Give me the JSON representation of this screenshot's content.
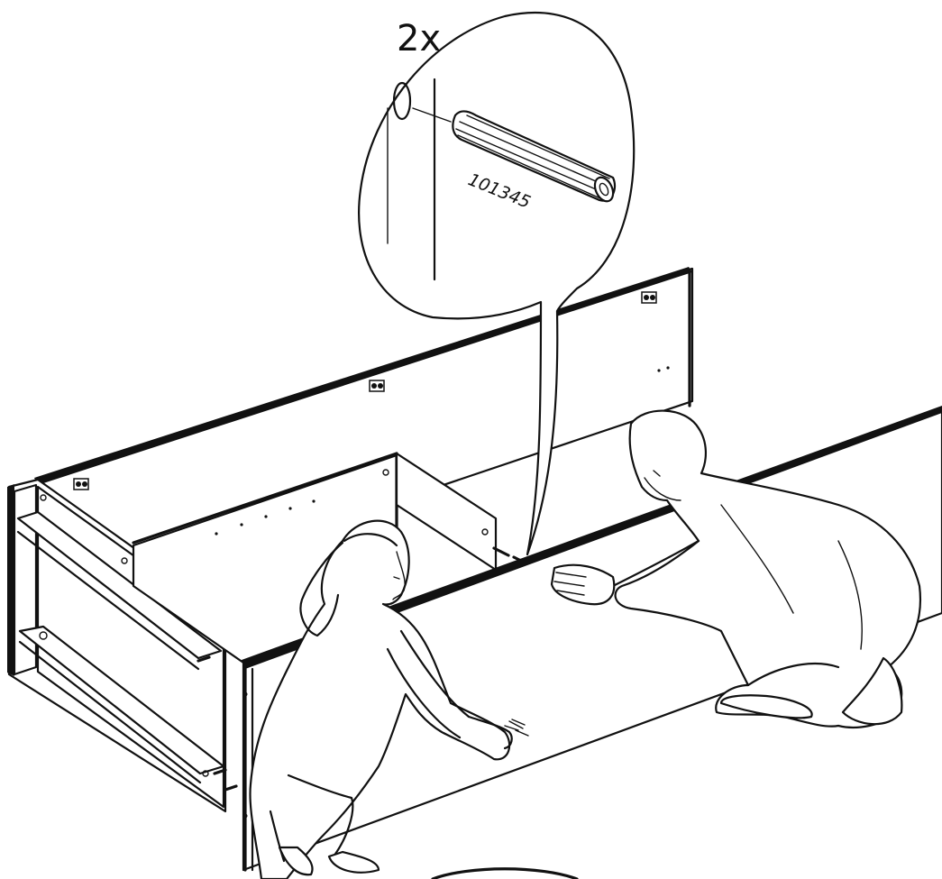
{
  "callout": {
    "quantity": "2x",
    "part_number": "101345",
    "part_icon": "wooden-dowel-icon"
  },
  "figures": [
    "woman-figure",
    "man-figure"
  ],
  "colors": {
    "ink": "#111111",
    "paper": "#ffffff"
  }
}
